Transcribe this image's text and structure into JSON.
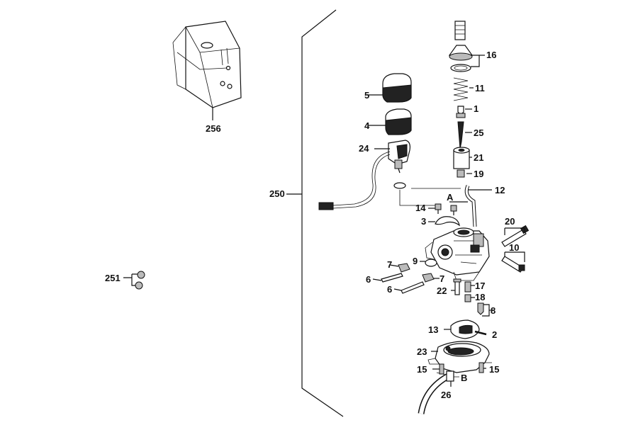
{
  "labels": {
    "l256": "256",
    "l250": "250",
    "l251": "251",
    "l5": "5",
    "l4": "4",
    "l24": "24",
    "l16": "16",
    "l11": "11",
    "l1": "1",
    "l25": "25",
    "l21": "21",
    "l19": "19",
    "l12": "12",
    "lA": "A",
    "l14": "14",
    "l3": "3",
    "l20": "20",
    "l10": "10",
    "l7a": "7",
    "l9": "9",
    "l7b": "7",
    "l6a": "6",
    "l6b": "6",
    "l17": "17",
    "l22": "22",
    "l18": "18",
    "l8": "8",
    "l13": "13",
    "l2": "2",
    "l23": "23",
    "l15a": "15",
    "l15b": "15",
    "lB": "B",
    "l26": "26"
  }
}
